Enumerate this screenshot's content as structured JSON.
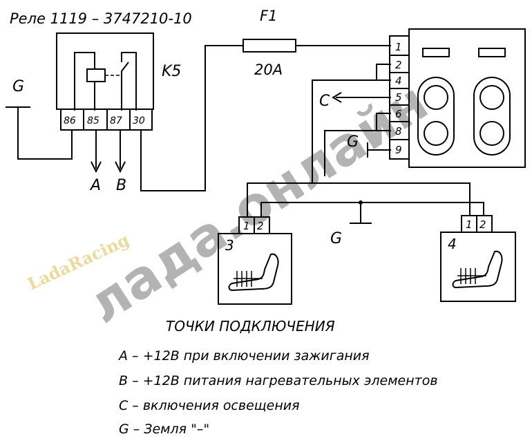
{
  "relay": {
    "title": "Реле 1119 – 3747210-10",
    "ref": "K5",
    "pins": [
      "86",
      "85",
      "87",
      "30"
    ]
  },
  "fuse": {
    "ref": "F1",
    "rating": "20A"
  },
  "switch_connector": {
    "pins": [
      "1",
      "2",
      "4",
      "5",
      "6",
      "8",
      "9"
    ]
  },
  "seat_left": {
    "ref": "3",
    "pins": [
      "1",
      "2"
    ]
  },
  "seat_right": {
    "ref": "4",
    "pins": [
      "1",
      "2"
    ]
  },
  "ground_labels": [
    "G",
    "G",
    "G"
  ],
  "points": {
    "A": "A",
    "B": "B",
    "C": "C"
  },
  "legend": {
    "title": "ТОЧКИ ПОДКЛЮЧЕНИЯ",
    "items": [
      "A – +12В при включении зажигания",
      "B – +12В питания нагревательных элементов",
      "C – включения освещения",
      "G – Земля \"–\""
    ]
  },
  "watermarks": {
    "main": "лада.онлайн",
    "brand": "LadaRacing"
  },
  "colors": {
    "ink": "#000000",
    "watermark": "#9a9a9a",
    "brand": "#e8d58a"
  }
}
